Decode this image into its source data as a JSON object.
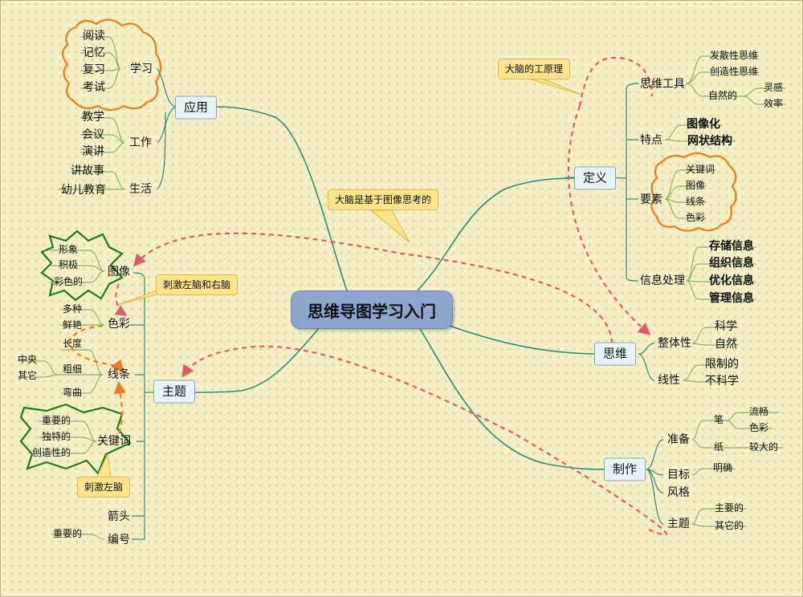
{
  "center": "思维导图学习入门",
  "left": {
    "apply": {
      "label": "应用",
      "study": {
        "label": "学习",
        "items": [
          "阅读",
          "记忆",
          "复习",
          "考试"
        ]
      },
      "work": {
        "label": "工作",
        "items": [
          "教学",
          "会议",
          "演讲"
        ]
      },
      "life": {
        "label": "生活",
        "items": [
          "讲故事",
          "幼儿教育"
        ]
      }
    },
    "topic": {
      "label": "主题",
      "image": {
        "label": "图像",
        "items": [
          "形象",
          "积极",
          "彩色的"
        ]
      },
      "color": {
        "label": "色彩",
        "items": [
          "多种",
          "鲜艳"
        ]
      },
      "line": {
        "label": "线条",
        "length": "长度",
        "thick": "粗细",
        "thick_items": [
          "中央",
          "其它"
        ],
        "curve": "弯曲"
      },
      "keyword": {
        "label": "关键词",
        "items": [
          "重要的",
          "独特的",
          "创造性的"
        ]
      },
      "arrow": {
        "label": "箭头"
      },
      "number": {
        "label": "编号",
        "items": [
          "重要的"
        ]
      }
    }
  },
  "right": {
    "define": {
      "label": "定义",
      "tools": {
        "label": "思维工具",
        "items": [
          "发散性思维",
          "创造性思维",
          "自然的"
        ],
        "natural_items": [
          "灵感",
          "效率"
        ]
      },
      "feature": {
        "label": "特点",
        "items": [
          "图像化",
          "网状结构"
        ]
      },
      "element": {
        "label": "要素",
        "items": [
          "关键词",
          "图像",
          "线条",
          "色彩"
        ]
      },
      "info": {
        "label": "信息处理",
        "items": [
          "存储信息",
          "组织信息",
          "优化信息",
          "管理信息"
        ]
      }
    },
    "think": {
      "label": "思维",
      "whole": {
        "label": "整体性",
        "items": [
          "科学",
          "自然"
        ]
      },
      "linear": {
        "label": "线性",
        "items": [
          "限制的",
          "不科学"
        ]
      }
    },
    "make": {
      "label": "制作",
      "prepare": {
        "label": "准备",
        "pen": "笔",
        "pen_items": [
          "流畅",
          "色彩"
        ],
        "paper": "纸",
        "paper_items": [
          "较大的"
        ]
      },
      "goal": {
        "label": "目标",
        "items": [
          "明确"
        ]
      },
      "style": {
        "label": "风格"
      },
      "theme": {
        "label": "主题",
        "items": [
          "主要的",
          "其它的"
        ]
      }
    }
  },
  "notes": {
    "brain_principle": "大脑的工原理",
    "brain_image": "大脑是基于图像思考的",
    "left_right": "刺激左脑和右脑",
    "left_brain": "刺激左脑"
  },
  "colors": {
    "branch": "#2f8a78",
    "leaf_line": "#8ab46a",
    "dash_red": "#de5b6a",
    "dash_orange": "#ef7a1a",
    "cloud_orange": "#ef7a1a",
    "cloud_green": "#1f7a1f",
    "center_fill": "#8ba5cf",
    "note_fill": "#fde38a"
  }
}
